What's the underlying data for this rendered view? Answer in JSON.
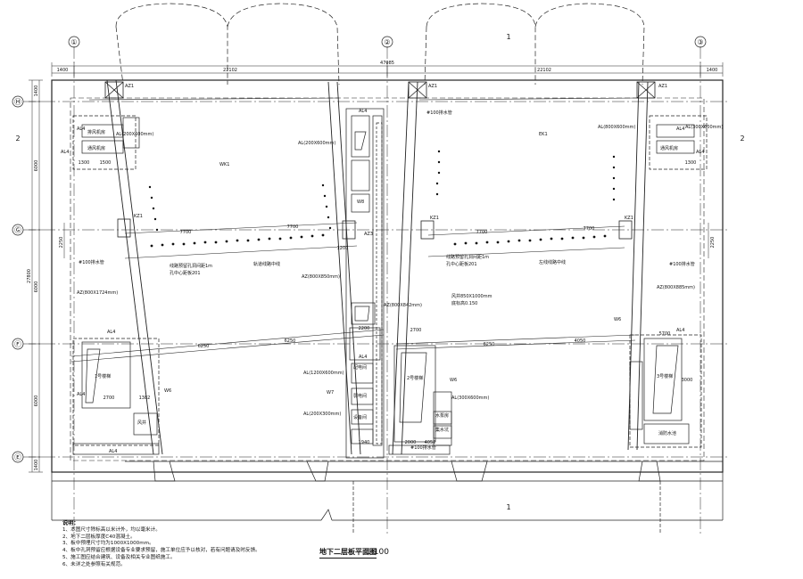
{
  "grid": {
    "columns": [
      "①",
      "②",
      "③"
    ],
    "rows": [
      "Ⓗ",
      "Ⓖ",
      "Ⓕ",
      "Ⓔ"
    ]
  },
  "section_marks": {
    "left": "2",
    "right": "2",
    "top": "1",
    "bottom": "1"
  },
  "dims": {
    "total": "47085",
    "top_segments": [
      "1400",
      "22102",
      "22102",
      "1400"
    ],
    "left_vertical": [
      "1400",
      "6000",
      "6000",
      "6000",
      "1400"
    ],
    "left_total": "27800",
    "mid_7700_a": "7700",
    "mid_7700_b": "7700",
    "mid_7700_c": "7700",
    "mid_7700_d": "7700",
    "bay_6250_a": "6250",
    "bay_6250_b": "6250",
    "bay_6250_c": "6250",
    "bay_4050": "4050",
    "d2250_l": "2250",
    "d2250_r": "2250",
    "d1300_l": "1300",
    "d1300_r": "1300",
    "d1200": "1200",
    "d1500": "1500",
    "d2700_l": "2700",
    "d2700_r": "2700",
    "d2200": "2200",
    "d2000": "2000",
    "d1940": "1940",
    "d4052": "4052",
    "d1382": "1382",
    "d5700": "5700",
    "d3000": "3000"
  },
  "labels": {
    "az1_a": "AZ1",
    "az1_b": "AZ1",
    "az1_c": "AZ1",
    "az3": "AZ3",
    "kz1_a": "KZ1",
    "kz1_b": "KZ1",
    "kz1_c": "KZ1",
    "wk1": "WK1",
    "ek1": "EK1",
    "al4_items": [
      "AL4",
      "AL4",
      "AL4",
      "AL4",
      "AL4",
      "AL4",
      "AL4",
      "AL4",
      "AL4",
      "AL4"
    ],
    "al_200x600": "AL(200X600mm)",
    "al_200x600_b": "AL(200X600mm)",
    "al_800x600": "AL(800X600mm)",
    "al_300x600": "AL(300X600mm)",
    "al_300x600_b": "AL(300X600mm)",
    "al_1200x600": "AL(1200X600mm)",
    "al_200x300": "AL(200X300mm)",
    "az_800x1724": "AZ(800X1724mm)",
    "az_800x850": "AZ(800X850mm)",
    "az_800x842": "AZ(800X842mm)",
    "az_800x885": "AZ(800X885mm)",
    "pipe_100_a": "#100排水管",
    "pipe_100_b": "#100排水管",
    "pipe_100_c": "#100排水管",
    "pipe_100_d": "#100排水管",
    "w6_a": "W6",
    "w6_b": "W6",
    "w6_c": "W6",
    "w7": "W7",
    "w8": "W8",
    "stair1": "1号楼梯",
    "stair2": "2号楼梯",
    "stair3": "3号楼梯",
    "shaft_a": "风井",
    "shaft_b": "排风机房",
    "room_a": "通风机房",
    "room_b": "通风机房",
    "room_c": "配电间",
    "room_d": "弱电间",
    "room_e": "设备间",
    "room_f": "水泵房",
    "room_g": "集水坑",
    "room_h": "消防水池",
    "note_ctr_l": "线路预留孔洞间距1m",
    "note_ctr_l2": "孔中心距板201",
    "note_ctr_r": "线路预留孔洞间距1m",
    "note_ctr_r2": "孔中心距板201",
    "note_mid_l": "轨道线路中线",
    "note_mid_r": "左线线路中线",
    "note_well": "风井850X1000mm",
    "note_well2": "底标高0.150"
  },
  "notes": {
    "heading": "说明：",
    "items": [
      "1、本图尺寸除标高以米计外，均以毫米计。",
      "2、地下二层板厚度C40混凝土。",
      "3、板中预埋尺寸均为1000X1000mm。",
      "4、板中孔洞预留应根据设备专业要求预留，施工单位应予以核对，若有问题请及时反馈。",
      "5、施工图应结合建筑、设备及相关专业图纸施工。",
      "6、未详之处参照有关规范。"
    ]
  },
  "title": {
    "main": "地下二层板平面图",
    "scale": "1:100"
  }
}
